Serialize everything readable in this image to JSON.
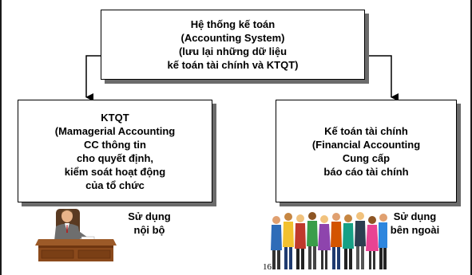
{
  "top_box": {
    "lines": [
      "Hệ thống kế toán",
      "(Accounting System)",
      "(lưu lại những dữ liệu",
      "kế toán tài chính và KTQT)"
    ]
  },
  "left_box": {
    "lines": [
      "KTQT",
      "(Mamagerial Accounting",
      "CC thông tin",
      "cho quyết định,",
      "kiểm soát hoạt động",
      "của tổ chức"
    ]
  },
  "right_box": {
    "lines": [
      "Kế toán tài chính",
      "(Financial Accounting",
      "Cung cấp",
      "báo cáo tài chính"
    ]
  },
  "internal_use": {
    "lines": [
      "Sử dụng",
      "nội bộ"
    ]
  },
  "external_use": {
    "lines": [
      "Sử dụng",
      "bên ngoài"
    ]
  },
  "page_number": "16",
  "icons": [
    "manager-at-desk-clipart",
    "people-group-clipart"
  ],
  "colors": {
    "box_border": "#000000",
    "box_shadow": "#6b6b6b",
    "desk": "#8b4a1c",
    "frame": "#1a1a1a"
  }
}
